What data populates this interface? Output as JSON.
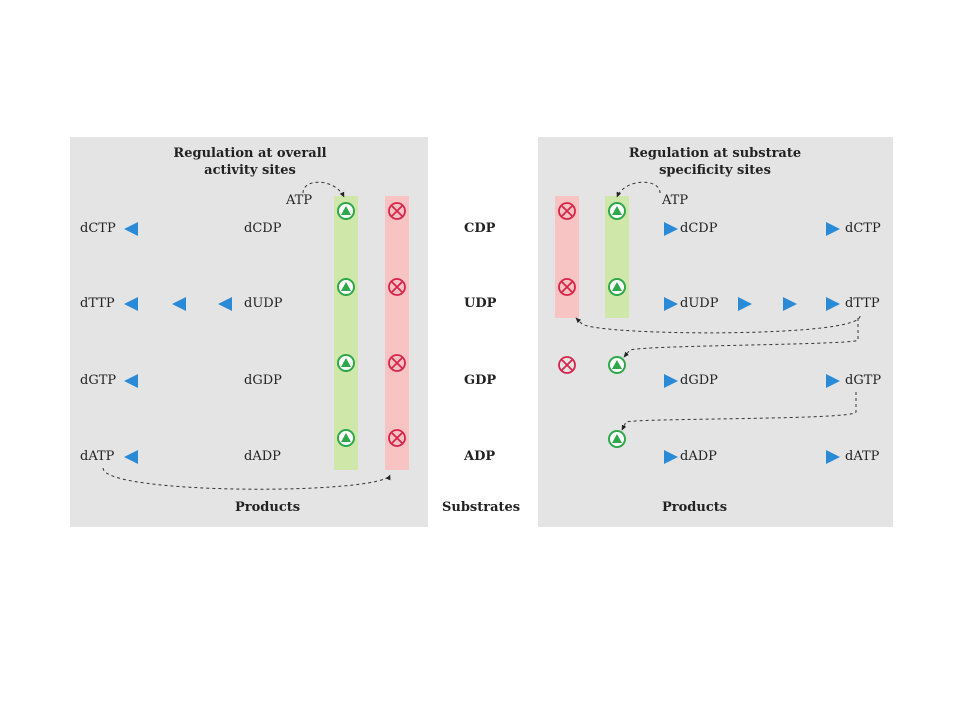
{
  "left_panel": {
    "title_line1": "Regulation at overall",
    "title_line2": "activity sites",
    "effector": "ATP",
    "footer": "Products"
  },
  "right_panel": {
    "title_line1": "Regulation at substrate",
    "title_line2": "specificity sites",
    "effector": "ATP",
    "footer": "Products"
  },
  "center_footer": "Substrates",
  "rows": [
    {
      "substrate": "CDP",
      "left_mid": "dCDP",
      "left_end": "dCTP",
      "right_mid": "dCDP",
      "right_end": "dCTP"
    },
    {
      "substrate": "UDP",
      "left_mid": "dUDP",
      "left_end": "dTTP",
      "right_mid": "dUDP",
      "right_end": "dTTP"
    },
    {
      "substrate": "GDP",
      "left_mid": "dGDP",
      "left_end": "dGTP",
      "right_mid": "dGDP",
      "right_end": "dGTP"
    },
    {
      "substrate": "ADP",
      "left_mid": "dADP",
      "left_end": "dATP",
      "right_mid": "dADP",
      "right_end": "dATP"
    }
  ],
  "colors": {
    "panel": "#e4e4e4",
    "arrow": "#2b8ad6",
    "activator_band": "#cfe8a9",
    "inhibitor_band": "#f7c3c3",
    "activator": "#2ea84a",
    "inhibitor": "#d8244a"
  },
  "symbols": {
    "activator": "activator-triangle-icon",
    "inhibitor": "inhibitor-cross-icon"
  }
}
